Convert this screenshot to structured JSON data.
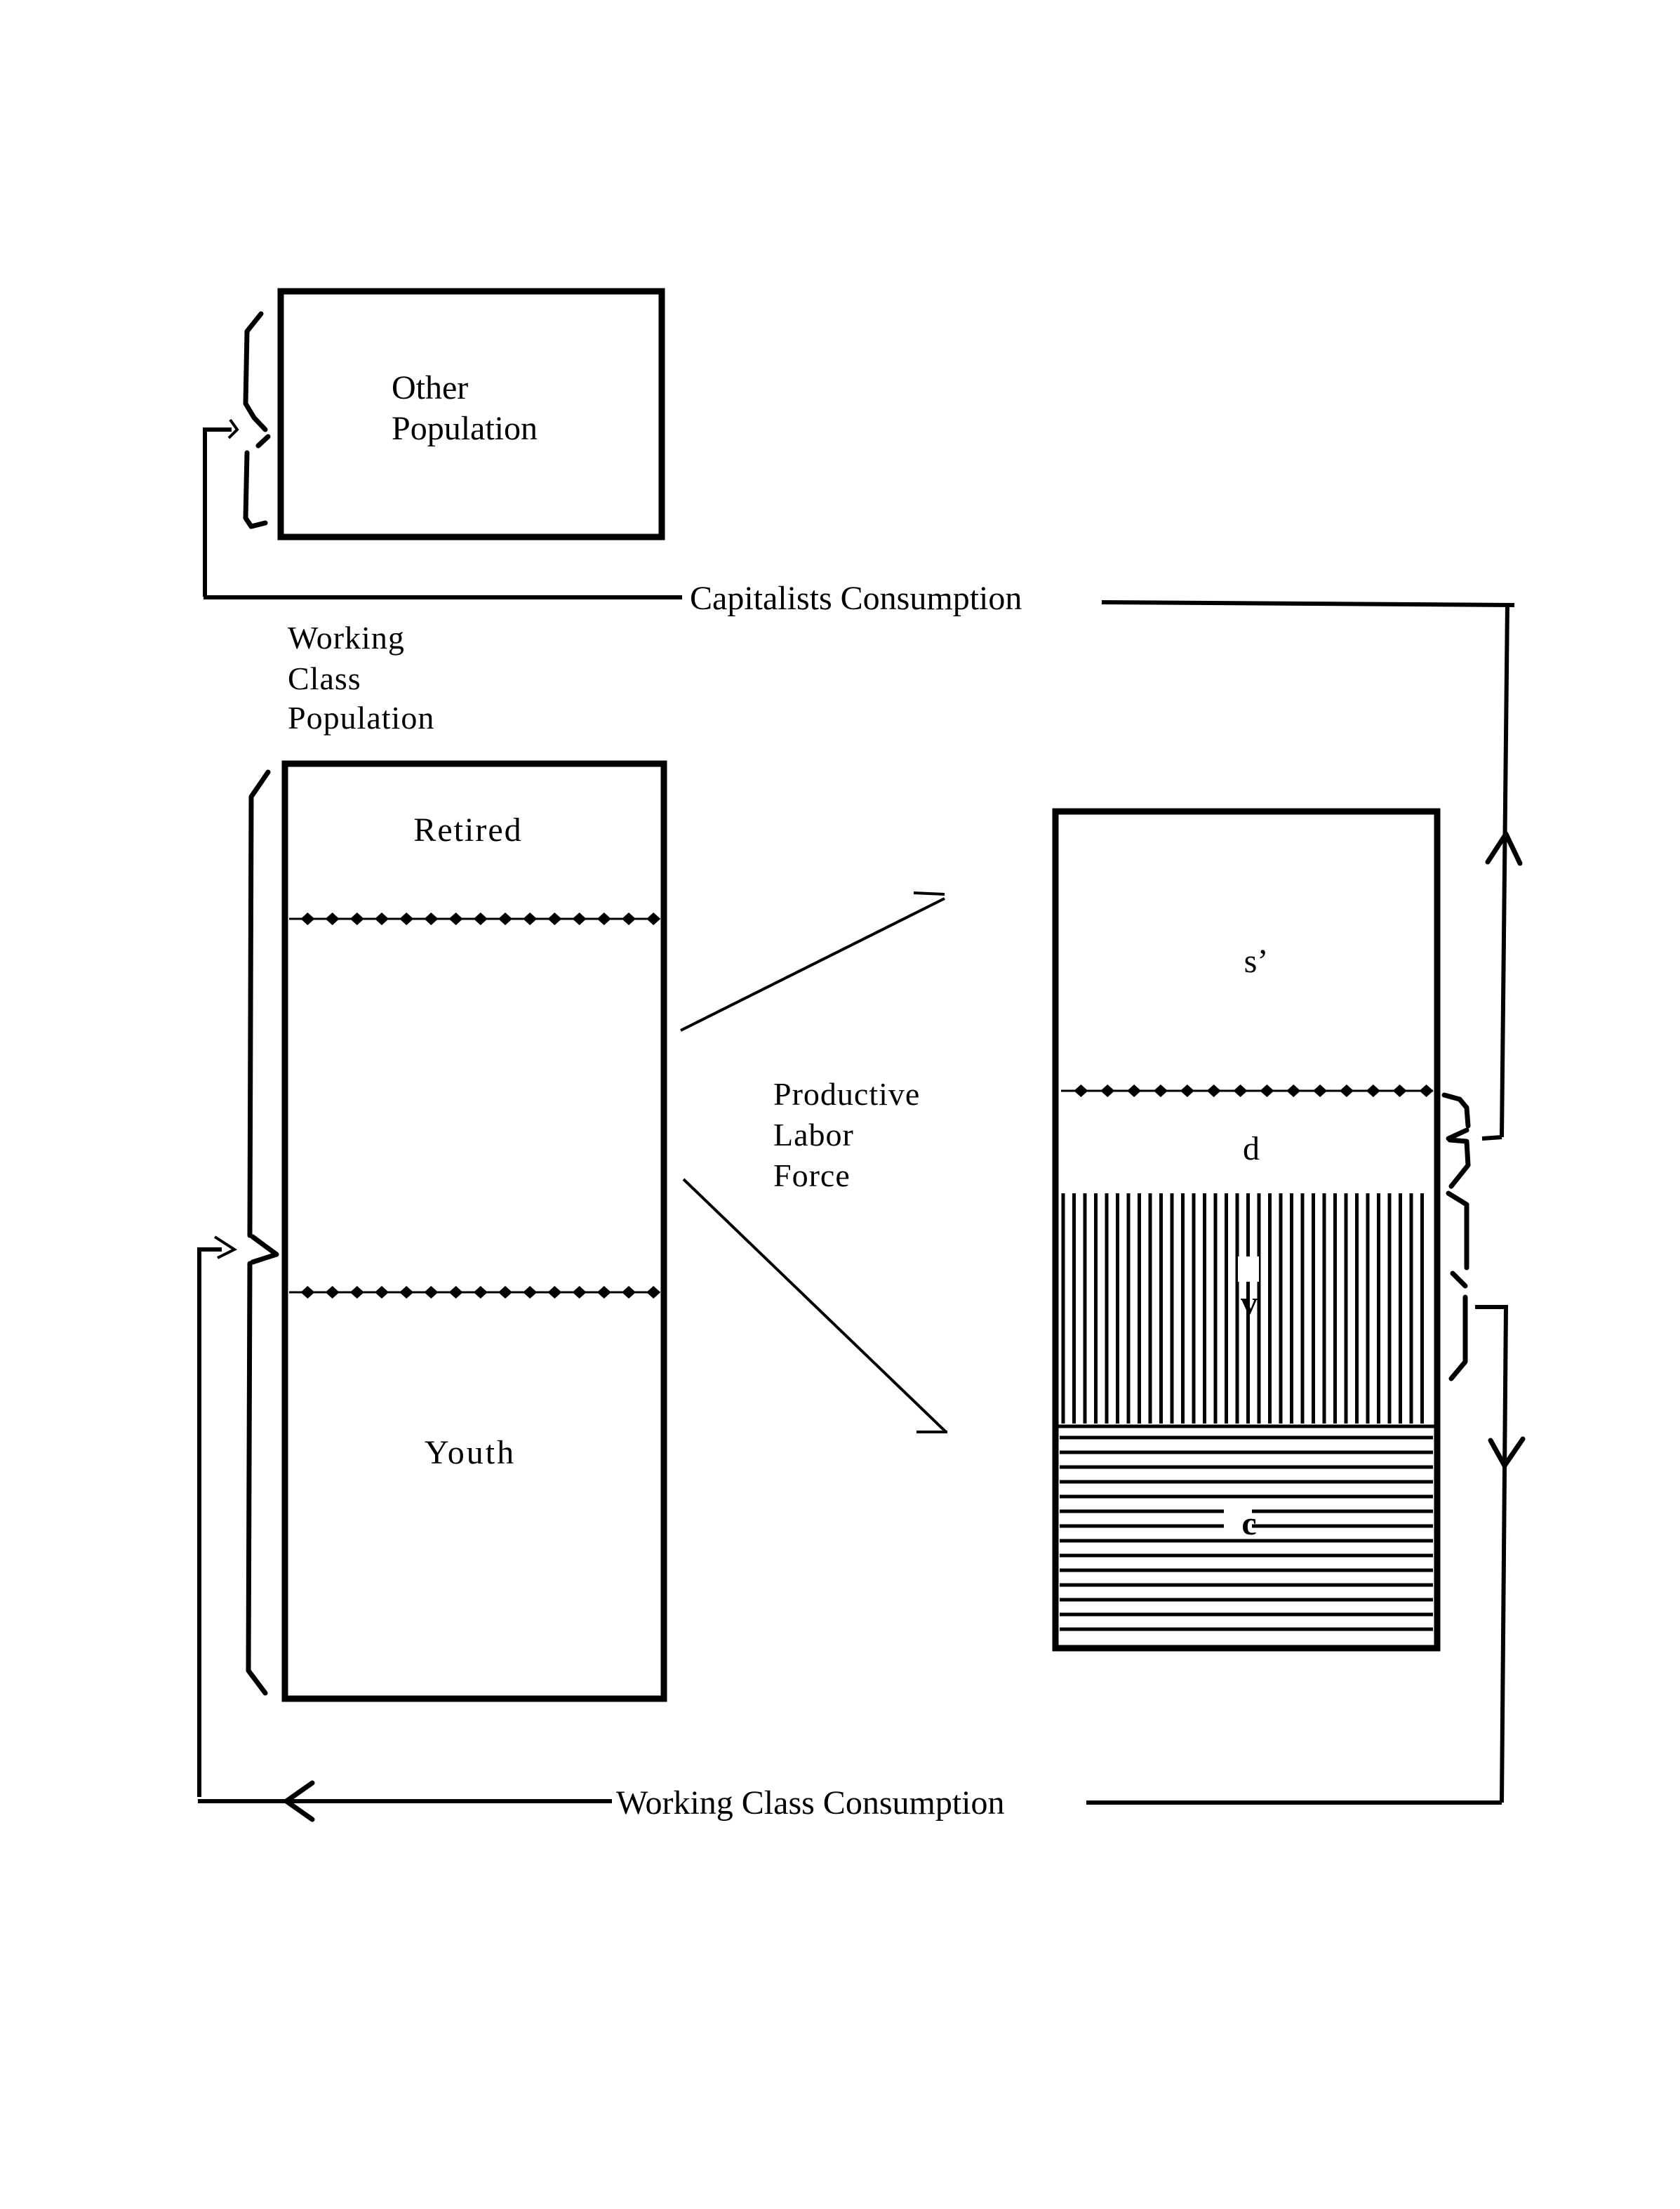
{
  "diagram": {
    "other_population": {
      "label_line1": "Other",
      "label_line2": "Population"
    },
    "working_class_population": {
      "title_line1": "Working",
      "title_line2": "Class",
      "title_line3": "Population",
      "segments": {
        "top": "Retired",
        "middle": "",
        "bottom": "Youth"
      }
    },
    "productive_labor_force": {
      "line1": "Productive",
      "line2": "Labor",
      "line3": "Force"
    },
    "value_column": {
      "segments": {
        "surplus": "s’",
        "d": "d",
        "variable": "v",
        "constant": "c"
      },
      "patterns": {
        "surplus": "plain",
        "d": "plain",
        "variable": "vertical-hatch",
        "constant": "horizontal-hatch"
      }
    },
    "flows": {
      "capitalists_consumption": "Capitalists Consumption",
      "working_class_consumption": "Working Class Consumption"
    },
    "colors": {
      "ink": "#000000",
      "paper": "#ffffff"
    }
  }
}
